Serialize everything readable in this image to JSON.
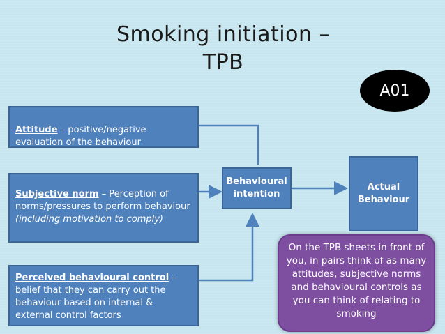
{
  "title_line1": "Smoking initiation –",
  "title_line2": "TPB",
  "badge": "A01",
  "factors": [
    {
      "term": "Attitude",
      "rest": " – positive/negative evaluation of the behaviour",
      "italic": ""
    },
    {
      "term": "Subjective norm",
      "rest": " – Perception of norms/pressures to perform behaviour ",
      "italic": "(including motivation to comply)"
    },
    {
      "term": "Perceived behavioural control",
      "rest": " – belief that they can carry out the behaviour based on internal & external control factors",
      "italic": ""
    }
  ],
  "behavioural_intention": "Behavioural intention",
  "actual_behaviour": "Actual Behaviour",
  "note": "On the TPB sheets in front of you, in pairs think of as many attitudes, subjective norms and behavioural controls as you can think of relating to smoking",
  "colors": {
    "background": "#c8e6ef",
    "box": "#4f81bd",
    "note": "#7e4fa0",
    "arrow": "#4f81bd"
  }
}
